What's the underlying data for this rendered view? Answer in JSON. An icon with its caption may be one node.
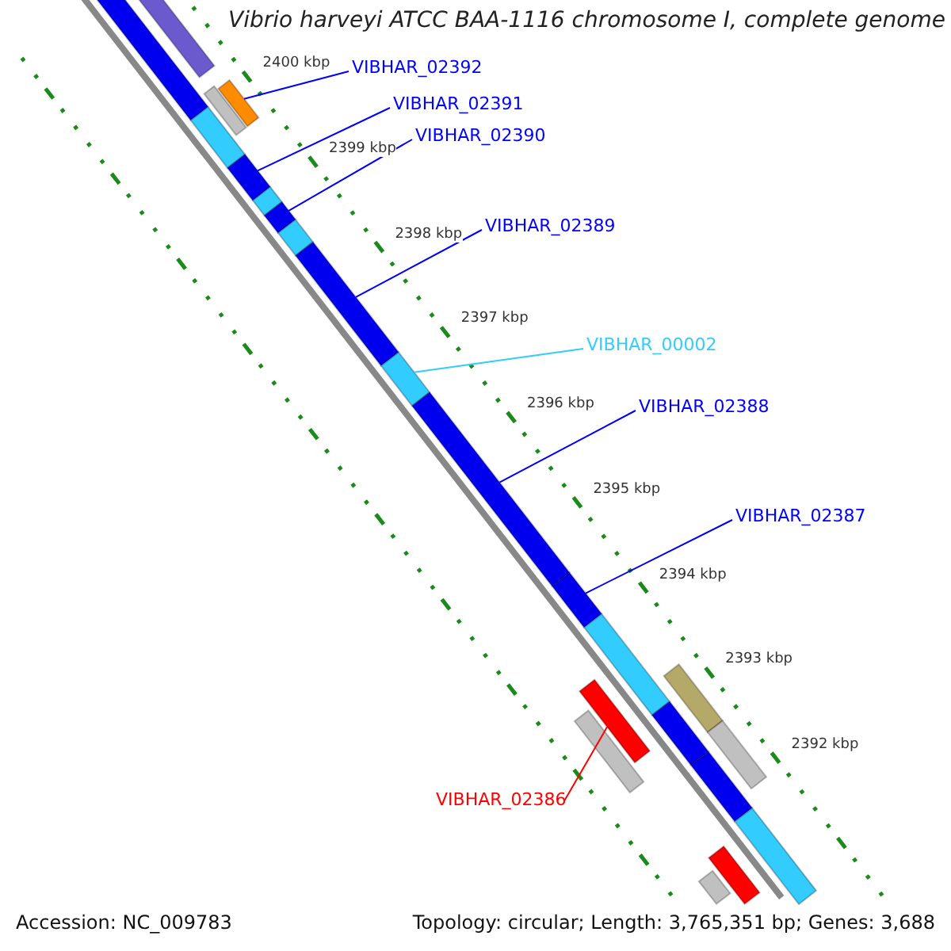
{
  "diagram": {
    "title": "Vibrio harveyi ATCC BAA-1116 chromosome I, complete genome",
    "nodes": [
      {
        "text": [
          "VIBHAR_02392"
        ]
      },
      {
        "text": [
          "VIBHAR_02391"
        ]
      },
      {
        "text": [
          "VIBHAR_02390"
        ]
      },
      {
        "text": [
          "VIBHAR_02389"
        ]
      },
      {
        "text": [
          "VIBHAR_00002"
        ]
      },
      {
        "text": [
          "VIBHAR_02388"
        ]
      },
      {
        "text": [
          "VIBHAR_02387"
        ]
      },
      {
        "text": [
          "VIBHAR_02386"
        ]
      },
      {
        "text": [],
        "shape": "bar"
      },
      {
        "text": [],
        "shape": "bar"
      },
      {
        "text": [],
        "shape": "bar"
      },
      {
        "text": [],
        "shape": "bar"
      },
      {
        "text": [],
        "shape": "bar"
      },
      {
        "text": [],
        "shape": "bar"
      },
      {
        "text": [],
        "shape": "bar"
      },
      {
        "text": [],
        "shape": "bar"
      },
      {
        "text": [],
        "shape": "bar"
      },
      {
        "text": [],
        "shape": "bar"
      },
      {
        "text": [],
        "shape": "bar"
      },
      {
        "text": [],
        "shape": "bar"
      },
      {
        "text": [],
        "shape": "bar"
      },
      {
        "text": [],
        "shape": "bar"
      },
      {
        "text": [],
        "shape": "bar"
      },
      {
        "text": [],
        "shape": "bar"
      },
      {
        "text": [],
        "shape": "bar"
      },
      {
        "text": [],
        "shape": "bar"
      },
      {
        "text": [],
        "shape": "bar"
      },
      {
        "text": [],
        "shape": "bar"
      },
      {
        "text": [],
        "shape": "bar"
      },
      {
        "text": [],
        "shape": "bar"
      },
      {
        "text": [],
        "shape": "bar"
      }
    ],
    "edges": [
      {
        "from": 0,
        "to": 12,
        "arrow": "none"
      },
      {
        "from": 1,
        "to": 13,
        "arrow": "none"
      },
      {
        "from": 2,
        "to": 15,
        "arrow": "none"
      },
      {
        "from": 3,
        "to": 17,
        "arrow": "none"
      },
      {
        "from": 4,
        "to": 18,
        "arrow": "none",
        "color": "#33ccff"
      },
      {
        "from": 5,
        "to": 19,
        "arrow": "none"
      },
      {
        "from": 6,
        "to": 20,
        "arrow": "none"
      },
      {
        "from": 7,
        "to": 22,
        "arrow": "none",
        "color": "#ff0000"
      }
    ],
    "labels": [
      "2400 kbp",
      "2399 kbp",
      "2398 kbp",
      "2397 kbp",
      "2396 kbp",
      "2395 kbp",
      "2394 kbp",
      "2393 kbp",
      "2392 kbp",
      "Accession: NC_009783",
      "Topology: circular; Length: 3,765,351 bp; Genes: 3,688"
    ]
  }
}
